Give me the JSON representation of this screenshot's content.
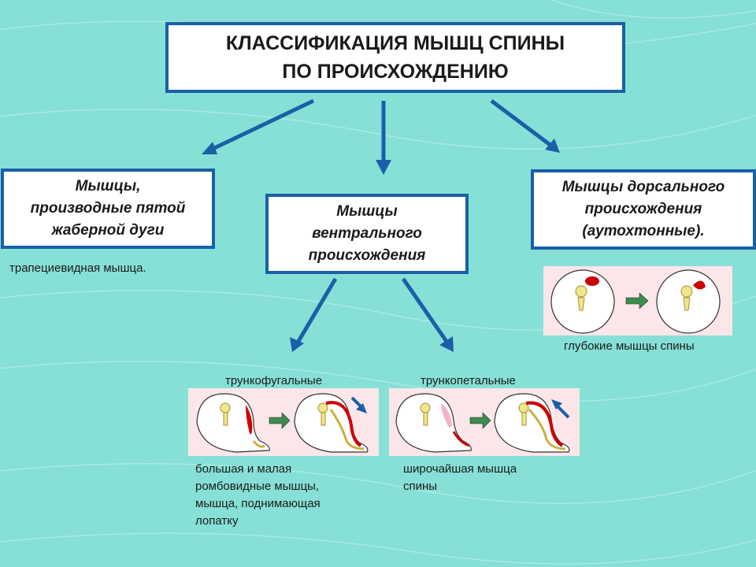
{
  "title": {
    "line1": "КЛАССИФИКАЦИЯ МЫШЦ СПИНЫ",
    "line2": "ПО ПРОИСХОЖДЕНИЮ"
  },
  "categories": {
    "left": {
      "lines": [
        "Мышцы,",
        "производные пятой",
        "жаберной дуги"
      ]
    },
    "center": {
      "lines": [
        "Мышцы",
        "вентрального",
        "происхождения"
      ]
    },
    "right": {
      "lines": [
        "Мышцы дорсального",
        "происхождения",
        "(аутохтонные)."
      ]
    }
  },
  "captions": {
    "trapezius": "трапециевидная мышца.",
    "deep": "глубокие мышцы спины",
    "trunkofugal": "трункофугальные",
    "trunkopetal": "трункопетальные",
    "rhomboid_lines": [
      "большая и малая",
      "ромбовидные мышцы,",
      "мышца, поднимающая",
      "лопатку"
    ],
    "latissimus_lines": [
      "широчайшая мышца",
      "спины"
    ]
  },
  "colors": {
    "background": "#86e0d6",
    "box_border": "#1a5fa8",
    "arrow": "#1a5fa8",
    "panel": "#fbe6ea",
    "muscle": "#d01010",
    "bone": "#f0e68c",
    "green_arrow": "#3c8c4c"
  }
}
